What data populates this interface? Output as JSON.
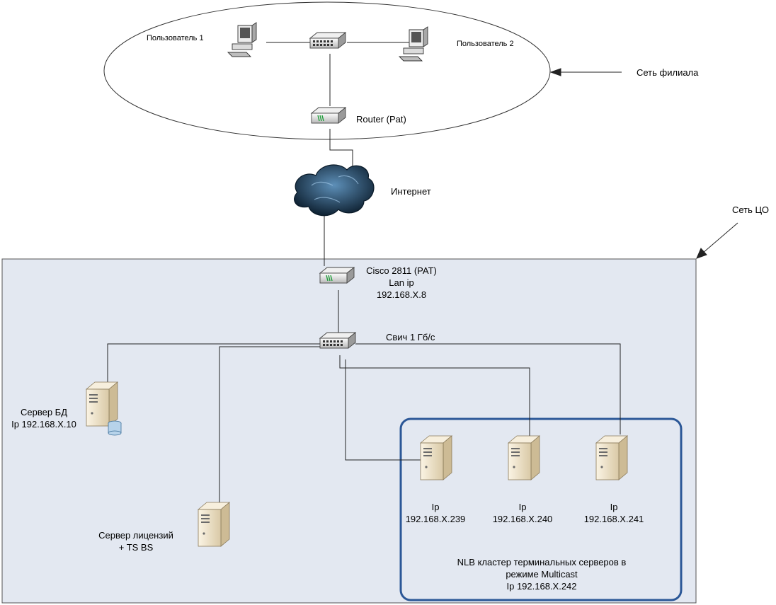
{
  "branch": {
    "label": "Сеть филиала",
    "user1": "Пользователь 1",
    "user2": "Пользователь 2",
    "router": "Router (Pat)"
  },
  "internet": {
    "label": "Интернет"
  },
  "central": {
    "label": "Сеть ЦО",
    "cisco": {
      "line1": "Cisco 2811 (PAT)",
      "line2": "Lan ip",
      "line3": "192.168.X.8"
    },
    "switch": "Свич 1 Гб/с",
    "db_server": {
      "line1": "Сервер БД",
      "line2": "Ip 192.168.X.10"
    },
    "license_server": {
      "line1": "Сервер лицензий",
      "line2": "+ TS BS"
    },
    "cluster": {
      "servers": [
        {
          "line1": "Ip",
          "line2": "192.168.X.239"
        },
        {
          "line1": "Ip",
          "line2": "192.168.X.240"
        },
        {
          "line1": "Ip",
          "line2": "192.168.X.241"
        }
      ],
      "caption": {
        "line1": "NLB кластер терминальных серверов в",
        "line2": "режиме Multicast",
        "line3": "Ip 192.168.X.242"
      }
    }
  },
  "colors": {
    "zone_fill": "#e3e8f1",
    "cluster_border": "#2b5797",
    "server_body": "#f1e6cf",
    "cloud": "#27455f"
  }
}
